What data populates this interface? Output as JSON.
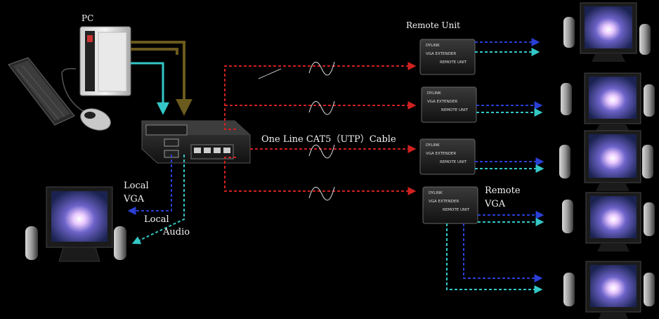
{
  "labels": {
    "pc": "PC",
    "remote_unit": "Remote Unit",
    "cable": "One Line CAT5（UTP）Cable",
    "local_vga_line1": "Local",
    "local_vga_line2": "VGA",
    "local_audio_line1": "Local",
    "local_audio_line2": "Audio",
    "remote_vga_line1": "Remote",
    "remote_vga_line2": "VGA"
  },
  "device_text": {
    "extender_title": "VGA EXTENDER",
    "extender_sub": "REMOTE UNIT",
    "brand": "DYLINK"
  },
  "colors": {
    "background": "#000000",
    "vga_line": "#2a3fd6",
    "audio_line": "#34c7c7",
    "cat5_line": "#d02020",
    "pc_link_line": "#6b5a1e"
  }
}
